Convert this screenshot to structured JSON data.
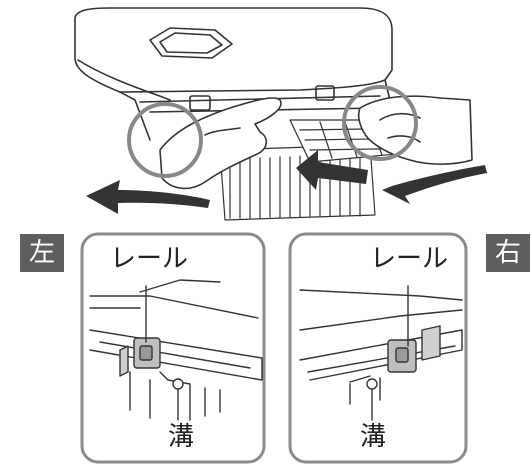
{
  "labels": {
    "left_side": "左",
    "right_side": "右",
    "left_rail": "レール",
    "left_groove": "溝",
    "right_rail": "レール",
    "right_groove": "溝"
  },
  "colors": {
    "badge": "#5d5e60",
    "panel_border": "#8a8b8d",
    "line": "#333333",
    "arrow": "#333333",
    "highlight_circle": "#888888"
  }
}
